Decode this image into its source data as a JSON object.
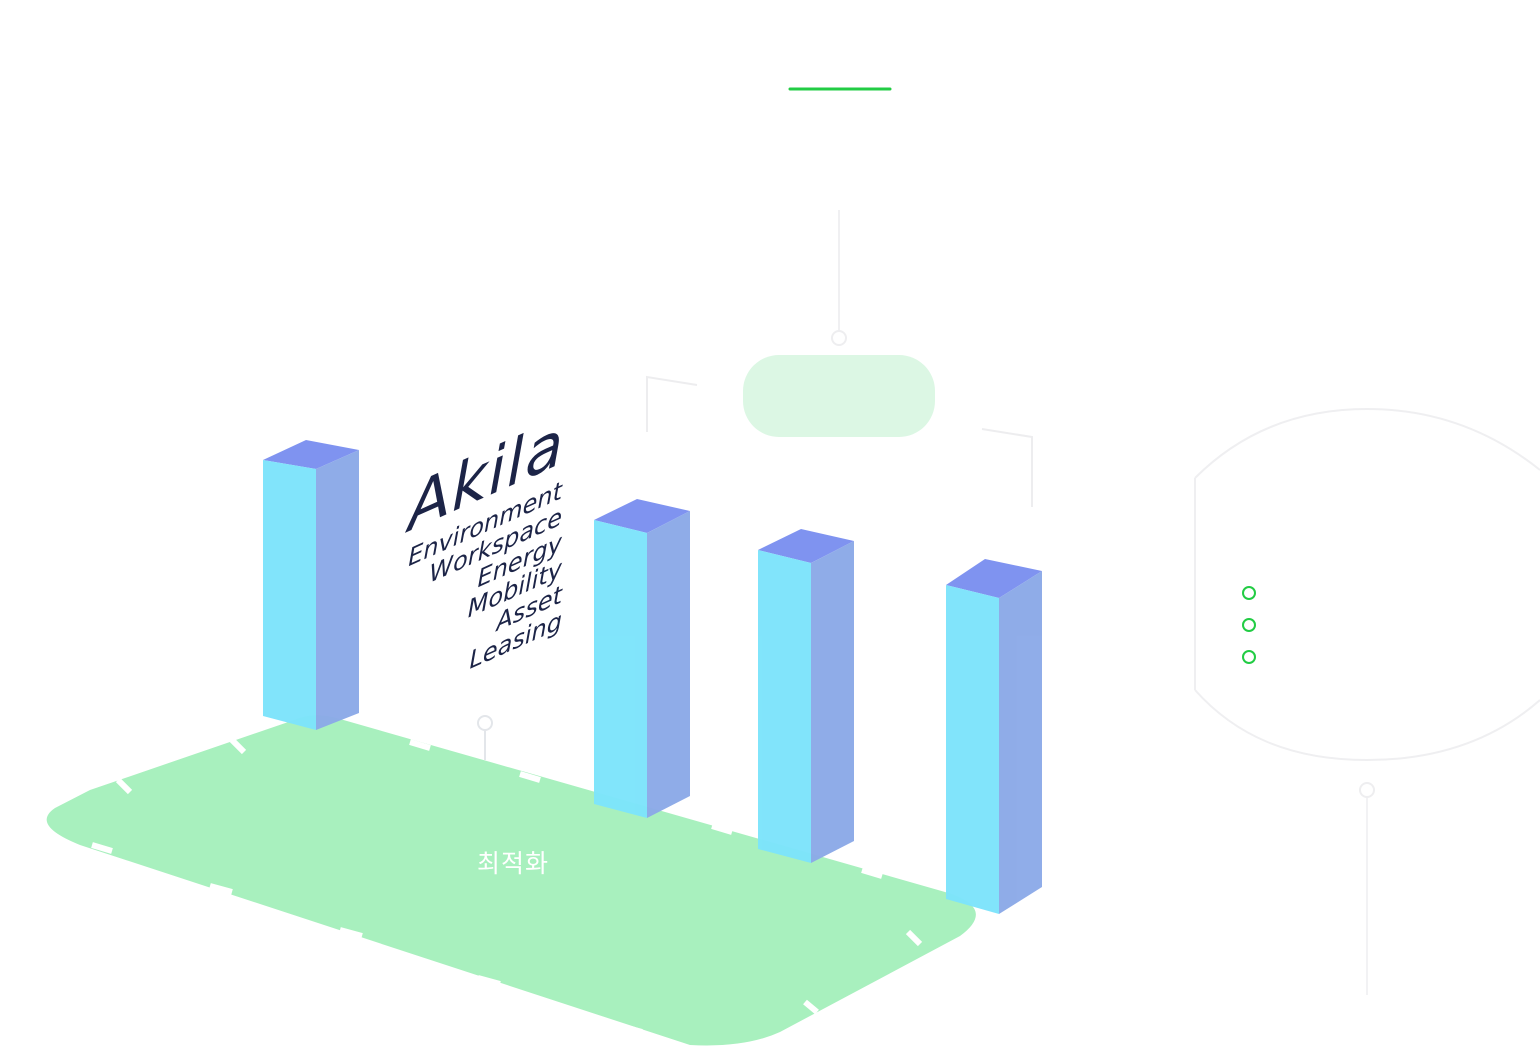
{
  "logo": {
    "title": "Akila",
    "items": [
      "Environment",
      "Workspace",
      "Energy",
      "Mobility",
      "Asset",
      "Leasing"
    ]
  },
  "floor": {
    "label": "최적화"
  },
  "colors": {
    "accent_green": "#22cc44",
    "floor_green": "#a8f0be",
    "bubble_green": "#dcf7e4",
    "pillar_front": "#7de4fb",
    "pillar_side": "#8caae8",
    "pillar_top": "#7b90f0",
    "logo_text": "#1c2447",
    "outline_grey": "#ececee"
  },
  "icons": [
    "bullet-ring-icon",
    "connector-node-icon"
  ]
}
